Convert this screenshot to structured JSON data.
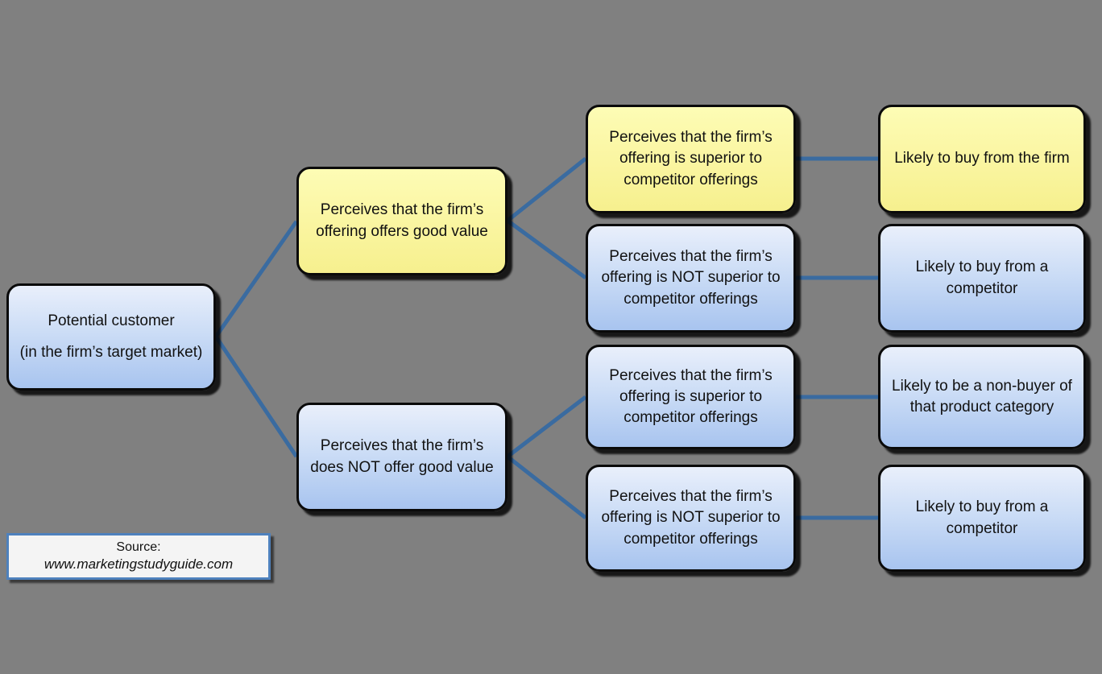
{
  "diagram": {
    "background_color": "#808080",
    "connector_color": "#3a6ba0",
    "box_border_color": "#0a0a0a",
    "yellow_box_color": "#faf5a0",
    "blue_box_color": "#c0d4f2",
    "nodes": {
      "root": {
        "variant": "blue",
        "line1": "Potential customer",
        "line2": "(in the firm’s target market)"
      },
      "good_value": {
        "variant": "yellow",
        "text": "Perceives that the firm’s offering offers good value"
      },
      "not_good_value": {
        "variant": "blue",
        "text": "Perceives that the firm’s does NOT offer good value"
      },
      "superior_1": {
        "variant": "yellow",
        "text": "Perceives that the firm’s offering is superior to competitor offerings"
      },
      "not_superior_1": {
        "variant": "blue",
        "text": "Perceives that the firm’s offering is NOT superior to competitor offerings"
      },
      "superior_2": {
        "variant": "blue",
        "text": "Perceives that the firm’s offering is superior to competitor offerings"
      },
      "not_superior_2": {
        "variant": "blue",
        "text": "Perceives that the firm’s offering is NOT superior to competitor offerings"
      },
      "buy_firm": {
        "variant": "yellow",
        "text": "Likely to buy from the firm"
      },
      "buy_competitor_1": {
        "variant": "blue",
        "text": "Likely to buy from a competitor"
      },
      "non_buyer": {
        "variant": "blue",
        "text": "Likely to be a non-buyer of that product category"
      },
      "buy_competitor_2": {
        "variant": "blue",
        "text": "Likely to buy from a competitor"
      }
    },
    "source_box": {
      "line1": "Source:",
      "line2": "www.marketingstudyguide.com"
    }
  }
}
